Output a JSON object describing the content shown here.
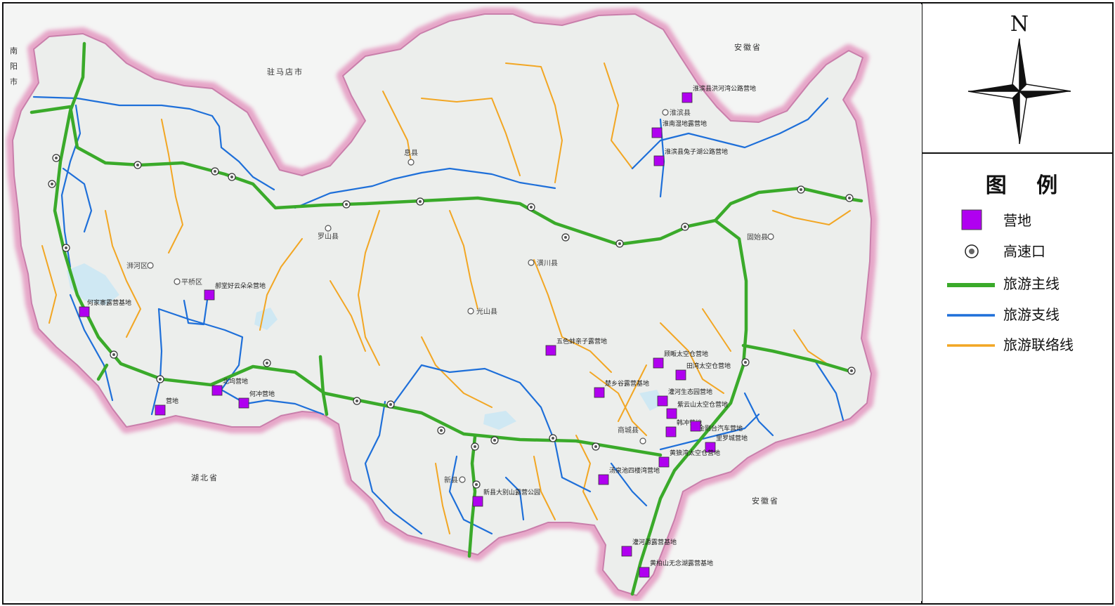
{
  "colors": {
    "main_line": "#3aaa2a",
    "branch_line": "#1e6fd9",
    "link_line": "#f2a623",
    "camp": "#b000f0",
    "halo": "#e9a8c9",
    "land": "#eef0ee",
    "water": "#bfe3f2"
  },
  "region_labels": [
    {
      "text": "南阳市",
      "vertical": true
    },
    {
      "text": "驻马店市"
    },
    {
      "text": "安徽省"
    },
    {
      "text": "湖北省"
    },
    {
      "text": "安徽省"
    }
  ],
  "counties": [
    {
      "name": "息县"
    },
    {
      "name": "淮滨县"
    },
    {
      "name": "罗山县"
    },
    {
      "name": "浉河区"
    },
    {
      "name": "平桥区"
    },
    {
      "name": "潢川县"
    },
    {
      "name": "固始县"
    },
    {
      "name": "光山县"
    },
    {
      "name": "商城县"
    },
    {
      "name": "新县"
    }
  ],
  "camps": [
    {
      "name": "淮滨县洪河湾公路营地"
    },
    {
      "name": "淮南湿地露营地"
    },
    {
      "name": "淮滨县兔子湖公路营地"
    },
    {
      "name": "郝堂好云朵朵营地"
    },
    {
      "name": "何家寨露营基地"
    },
    {
      "name": "五色蚌亲子露营地"
    },
    {
      "name": "顾畈太空仓营地"
    },
    {
      "name": "田湾太空仓营地"
    },
    {
      "name": "楚乡谷露营基地"
    },
    {
      "name": "灌河生态园营地"
    },
    {
      "name": "紫云山太空仓营地"
    },
    {
      "name": "韩冲营地"
    },
    {
      "name": "金刚台汽车营地"
    },
    {
      "name": "里罗城营地"
    },
    {
      "name": "黄狼湾太空仓营地"
    },
    {
      "name": "北坞营地"
    },
    {
      "name": "何冲营地"
    },
    {
      "name": "营地"
    },
    {
      "name": "汤泉池四楼湾营地"
    },
    {
      "name": "新县大别山露营公园"
    },
    {
      "name": "灌河源露营基地"
    },
    {
      "name": "黄柏山无念湖露营基地"
    }
  ],
  "compass": {
    "north": "N"
  },
  "legend": {
    "title": "图 例",
    "items": [
      {
        "type": "camp",
        "label": "营地"
      },
      {
        "type": "exit",
        "label": "高速口"
      },
      {
        "type": "main",
        "label": "旅游主线"
      },
      {
        "type": "branch",
        "label": "旅游支线"
      },
      {
        "type": "link",
        "label": "旅游联络线"
      }
    ]
  }
}
